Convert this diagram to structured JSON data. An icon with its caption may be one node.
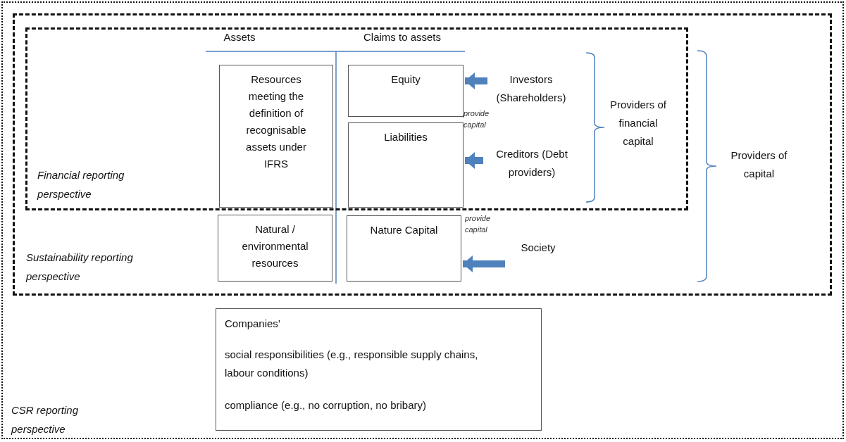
{
  "diagram": {
    "nodes": [
      {
        "text": [
          "CSR reporting perspective"
        ]
      },
      {
        "text": [
          "Sustainability reporting perspective"
        ],
        "in": 0
      },
      {
        "text": [
          "Financial reporting perspective"
        ],
        "in": 1
      },
      {
        "text": [
          "Resources meeting the definition of recognisable assets under IFRS"
        ],
        "in": 2
      },
      {
        "text": [
          "Equity"
        ],
        "in": 2
      },
      {
        "text": [
          "Liabilities"
        ],
        "in": 2
      },
      {
        "text": [
          "Investors (Shareholders)"
        ],
        "in": 2
      },
      {
        "text": [
          "Creditors (Debt providers)"
        ],
        "in": 2
      },
      {
        "text": [
          "Natural / environmental resources"
        ],
        "in": 1
      },
      {
        "text": [
          "Nature Capital"
        ],
        "in": 1
      },
      {
        "text": [
          "Society"
        ],
        "in": 1
      },
      {
        "text": [
          "Companies’",
          "social responsibilities (e.g., responsible supply chains, labour conditions)",
          "compliance (e.g., no corruption, no bribary)"
        ],
        "in": 0
      }
    ],
    "edges": [
      {
        "from": 6,
        "to": 4,
        "arrow": "to"
      },
      {
        "from": 7,
        "to": 5,
        "arrow": "to"
      },
      {
        "from": 10,
        "to": 9,
        "arrow": "to"
      }
    ],
    "labels": [
      "Assets",
      "Claims to assets",
      "provide capital",
      "Providers of financial capital",
      "provide capital",
      "Providers of capital"
    ]
  }
}
